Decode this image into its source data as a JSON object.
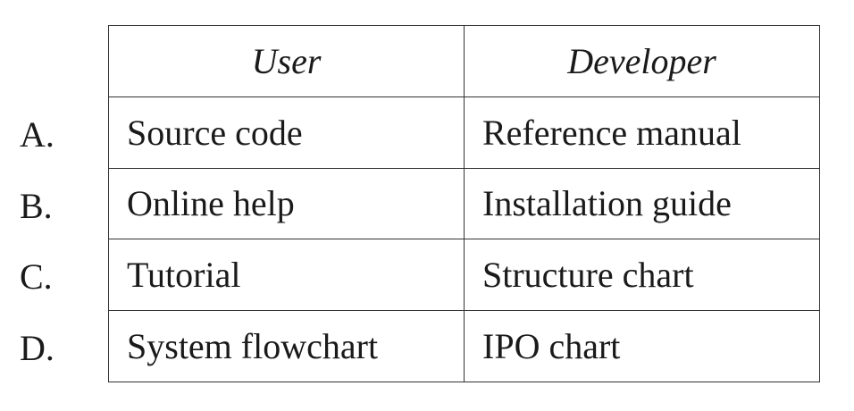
{
  "table": {
    "headers": [
      "User",
      "Developer"
    ],
    "rows": [
      {
        "option": "A.",
        "user": "Source code",
        "developer": "Reference manual"
      },
      {
        "option": "B.",
        "user": "Online help",
        "developer": "Installation guide"
      },
      {
        "option": "C.",
        "user": "Tutorial",
        "developer": "Structure chart"
      },
      {
        "option": "D.",
        "user": "System flowchart",
        "developer": "IPO chart"
      }
    ]
  }
}
